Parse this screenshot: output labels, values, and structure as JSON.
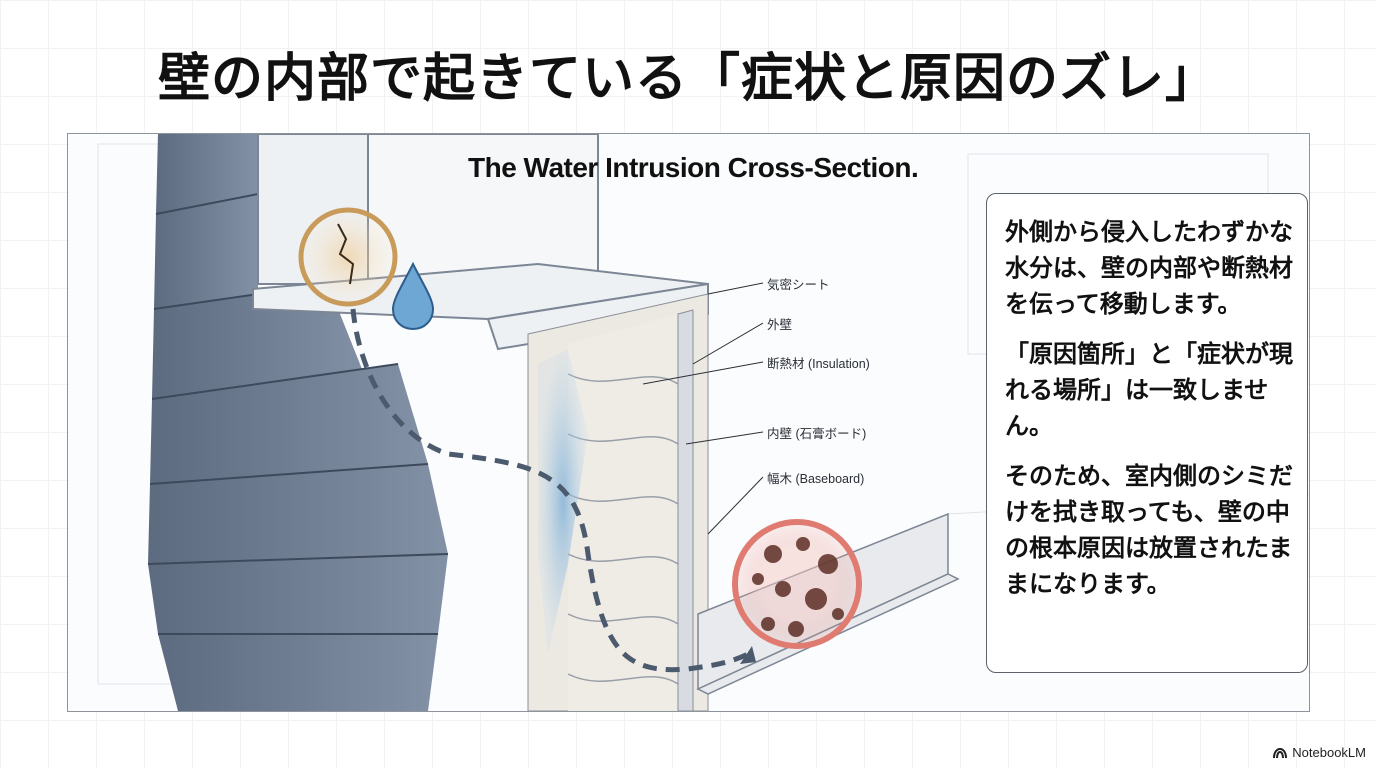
{
  "title": "壁の内部で起きている「症状と原因のズレ」",
  "figure": {
    "caption": "The Water Intrusion Cross-Section.",
    "callouts": [
      {
        "label": "気密シート"
      },
      {
        "label": "外壁"
      },
      {
        "label": "断熱材 (Insulation)"
      },
      {
        "label": "内壁 (石膏ボード)"
      },
      {
        "label": "幅木 (Baseboard)"
      }
    ]
  },
  "explanation": {
    "paragraphs": [
      "外側から侵入したわずかな水分は、壁の内部や断熱材を伝って移動します。",
      "「原因箇所」と「症状が現れる場所」は一致しません。",
      "そのため、室内側のシミだけを拭き取っても、壁の中の根本原因は放置されたままになります。"
    ]
  },
  "branding": {
    "logo_text": "NotebookLM",
    "logo_icon": "notebooklm-icon"
  }
}
